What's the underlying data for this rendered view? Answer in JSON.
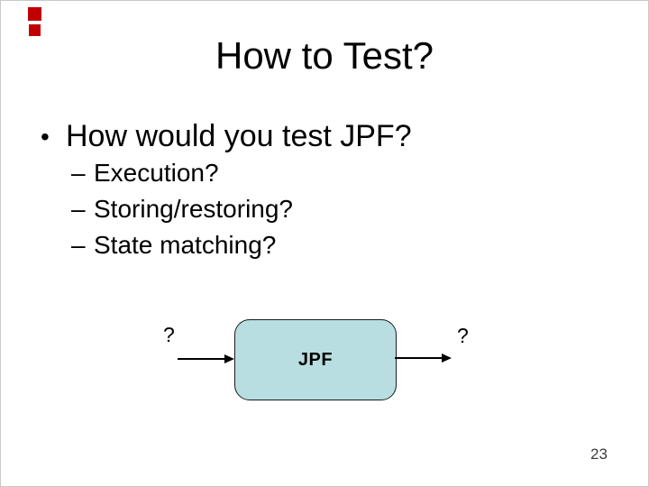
{
  "slide": {
    "title": "How to Test?",
    "bullets": {
      "main_marker": "•",
      "main": "How would you test JPF?",
      "sub_marker": "–",
      "sub": [
        "Execution?",
        "Storing/restoring?",
        "State matching?"
      ]
    },
    "diagram": {
      "box_label": "JPF",
      "input_label": "?",
      "output_label": "?",
      "box_fill": "#b9dee1",
      "box_border": "#1a1a1a"
    },
    "decoration": {
      "square_color": "#c00000"
    },
    "page_number": "23",
    "colors": {
      "background": "#ffffff",
      "text": "#000000"
    }
  }
}
